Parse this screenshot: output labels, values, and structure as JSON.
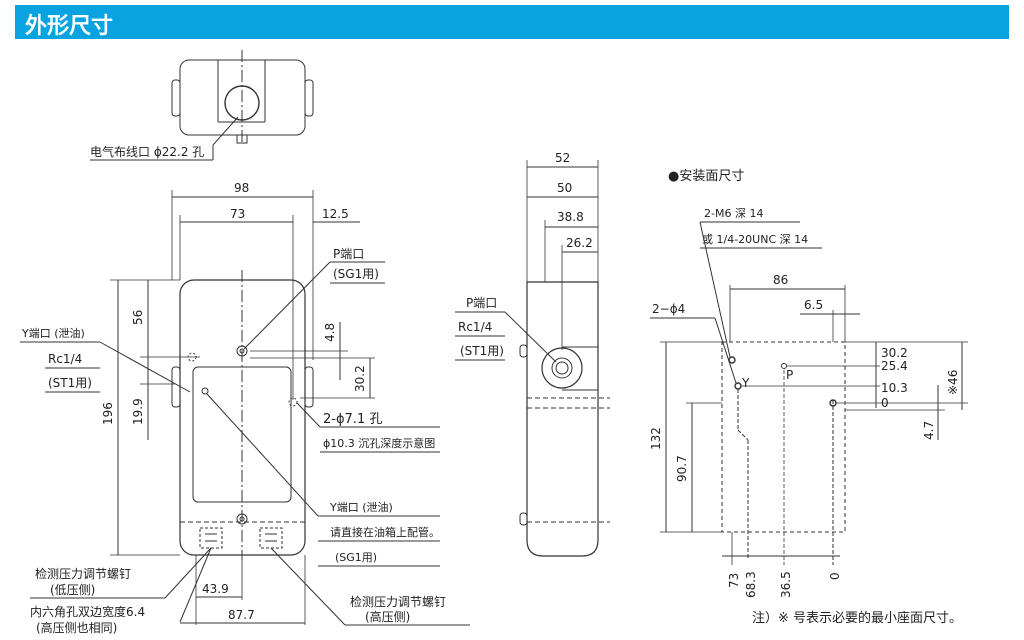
{
  "header": {
    "title": "外形尺寸",
    "bar_color": "#0aa3e2"
  },
  "top_view": {
    "conduit_label": "电气布线口 ϕ22.2 孔"
  },
  "front_view": {
    "dims": {
      "width_98": "98",
      "width_73": "73",
      "offset_12_5": "12.5",
      "height_196": "196",
      "height_56": "56",
      "height_19_9": "19.9",
      "height_4_8": "4.8",
      "height_30_2": "30.2",
      "width_43_9": "43.9",
      "width_87_7": "87.7"
    },
    "p_port": {
      "label": "P端口",
      "sub": "(SG1用)"
    },
    "y_port": {
      "label": "Y端口 (泄油)",
      "thread": "Rc1/4",
      "sub": "(ST1用)"
    },
    "holes": {
      "label": "2-ϕ7.1 孔",
      "sub": "ϕ10.3 沉孔深度示意图"
    },
    "y_port_sg1": {
      "label": "Y端口 (泄油)",
      "note": "请直接在油箱上配管。",
      "sub": "(SG1用)"
    },
    "low_screw": {
      "label": "检测压力调节螺钉",
      "sub": "(低压侧)"
    },
    "hex_note": {
      "line1": "内六角孔双边宽度6.4",
      "line2": "(高压侧也相同)"
    },
    "high_screw": {
      "label": "检测压力调节螺钉",
      "sub": "(高压侧)"
    }
  },
  "side_view": {
    "dims": {
      "d52": "52",
      "d50": "50",
      "d38_8": "38.8",
      "d26_2": "26.2"
    },
    "p_port": {
      "label": "P端口",
      "thread": "Rc1/4",
      "sub": "(ST1用)"
    }
  },
  "mount_view": {
    "title": "●安装面尺寸",
    "thread_note": "2-M6 深 14",
    "thread_note2": "或 1/4-20UNC 深 14",
    "width_86": "86",
    "offset_6_5": "6.5",
    "hole_label": "2−ϕ4",
    "y_label": "Y",
    "p_label": "P",
    "right_dims": {
      "d30_2": "30.2",
      "d25_4": "25.4",
      "d10_3": "10.3",
      "d0": "0",
      "d46": "※46",
      "d4_7": "4.7"
    },
    "left_dims": {
      "d132": "132",
      "d90_7": "90.7"
    },
    "bottom_dims": {
      "d73": "73",
      "d68_3": "68.3",
      "d36_5": "36.5",
      "d0": "0"
    },
    "footnote": "注）※ 号表示必要的最小座面尺寸。"
  }
}
